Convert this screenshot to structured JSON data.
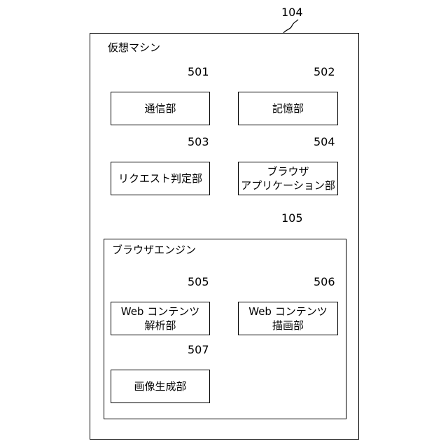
{
  "diagram": {
    "virtual_machine": {
      "ref": "104",
      "title": "仮想マシン"
    },
    "browser_engine": {
      "ref": "105",
      "title": "ブラウザエンジン"
    },
    "components": [
      {
        "ref": "501",
        "lines": [
          "通信部"
        ]
      },
      {
        "ref": "502",
        "lines": [
          "記憶部"
        ]
      },
      {
        "ref": "503",
        "lines": [
          "リクエスト判定部"
        ]
      },
      {
        "ref": "504",
        "lines": [
          "ブラウザ",
          "アプリケーション部"
        ]
      },
      {
        "ref": "505",
        "lines": [
          "Web コンテンツ",
          "解析部"
        ]
      },
      {
        "ref": "506",
        "lines": [
          "Web コンテンツ",
          "描画部"
        ]
      },
      {
        "ref": "507",
        "lines": [
          "画像生成部"
        ]
      }
    ]
  }
}
